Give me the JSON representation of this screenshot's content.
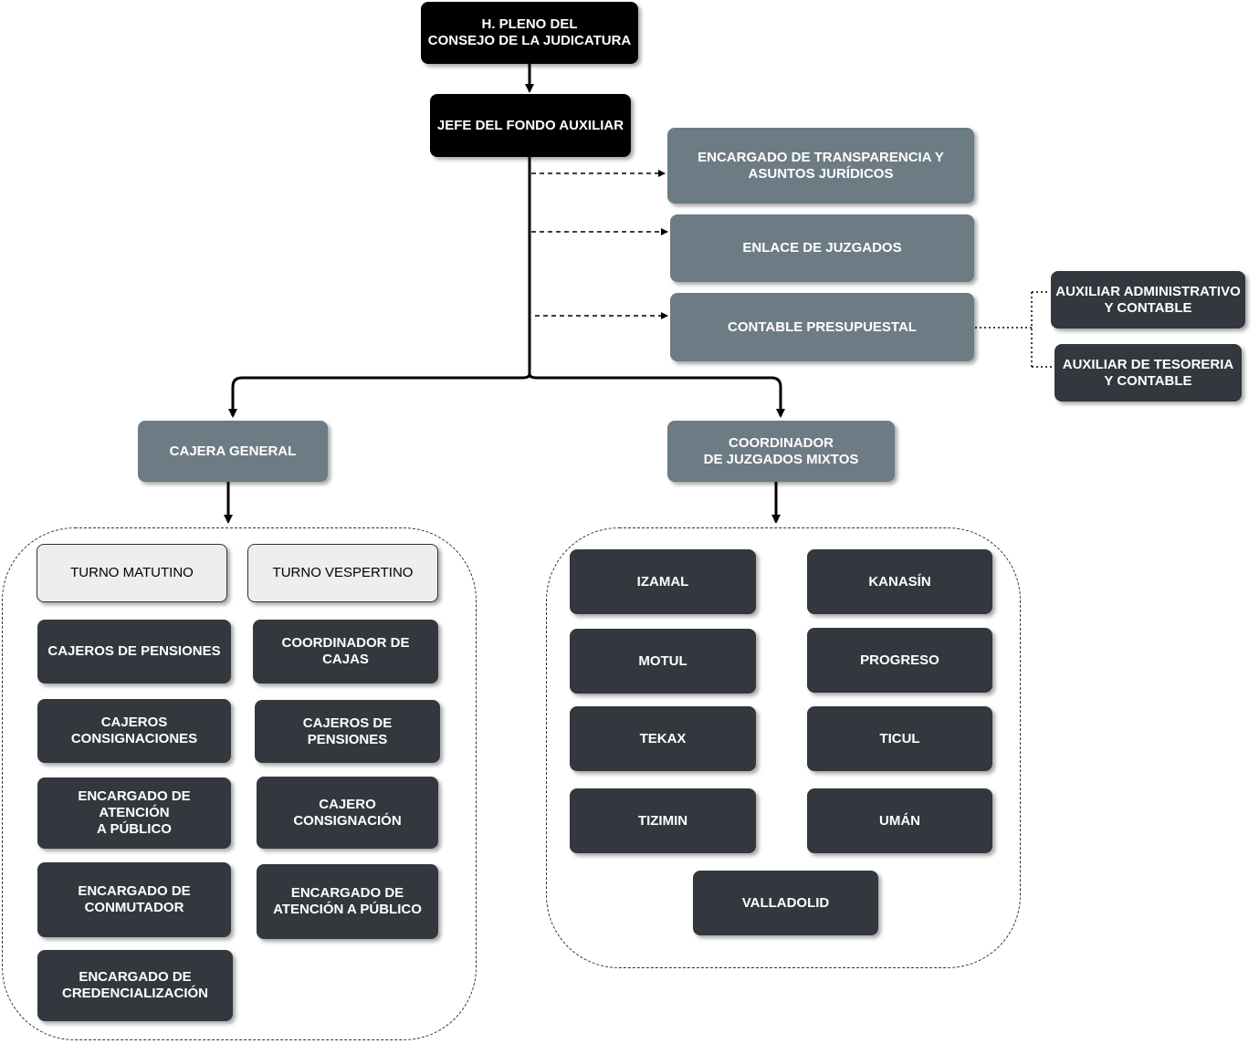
{
  "top": {
    "pleno": "H. PLENO DEL\nCONSEJO DE LA JUDICATURA",
    "jefe": "JEFE DEL FONDO AUXILIAR"
  },
  "staff": {
    "transparencia": "ENCARGADO DE TRANSPARENCIA Y\nASUNTOS JURÍDICOS",
    "enlace": "ENLACE DE JUZGADOS",
    "contable": "CONTABLE PRESUPUESTAL",
    "aux_admin": "AUXILIAR ADMINISTRATIVO\nY CONTABLE",
    "aux_tesoreria": "AUXILIAR DE TESORERIA\nY CONTABLE"
  },
  "branches": {
    "cajera": "CAJERA GENERAL",
    "coordinador": "COORDINADOR\nDE JUZGADOS MIXTOS"
  },
  "cajas": {
    "turno_matutino": "TURNO MATUTINO",
    "turno_vespertino": "TURNO VESPERTINO",
    "matutino": [
      "CAJEROS DE PENSIONES",
      "CAJEROS\nCONSIGNACIONES",
      "ENCARGADO DE ATENCIÓN\nA PÚBLICO",
      "ENCARGADO DE\nCONMUTADOR",
      "ENCARGADO DE\nCREDENCIALIZACIÓN"
    ],
    "vespertino": [
      "COORDINADOR DE\nCAJAS",
      "CAJEROS DE\nPENSIONES",
      "CAJERO\nCONSIGNACIÓN",
      "ENCARGADO DE\nATENCIÓN A PÚBLICO"
    ]
  },
  "juzgados": [
    "IZAMAL",
    "KANASÍN",
    "MOTUL",
    "PROGRESO",
    "TEKAX",
    "TICUL",
    "TIZIMIN",
    "UMÁN",
    "VALLADOLID"
  ]
}
